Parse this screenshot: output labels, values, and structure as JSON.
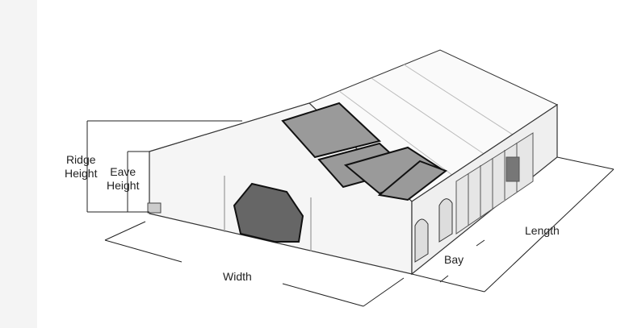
{
  "labels": {
    "ridge_height": [
      "Ridge",
      "Height"
    ],
    "eave_height": [
      "Eave",
      "Height"
    ],
    "width": "Width",
    "bay": "Bay",
    "length": "Length"
  }
}
